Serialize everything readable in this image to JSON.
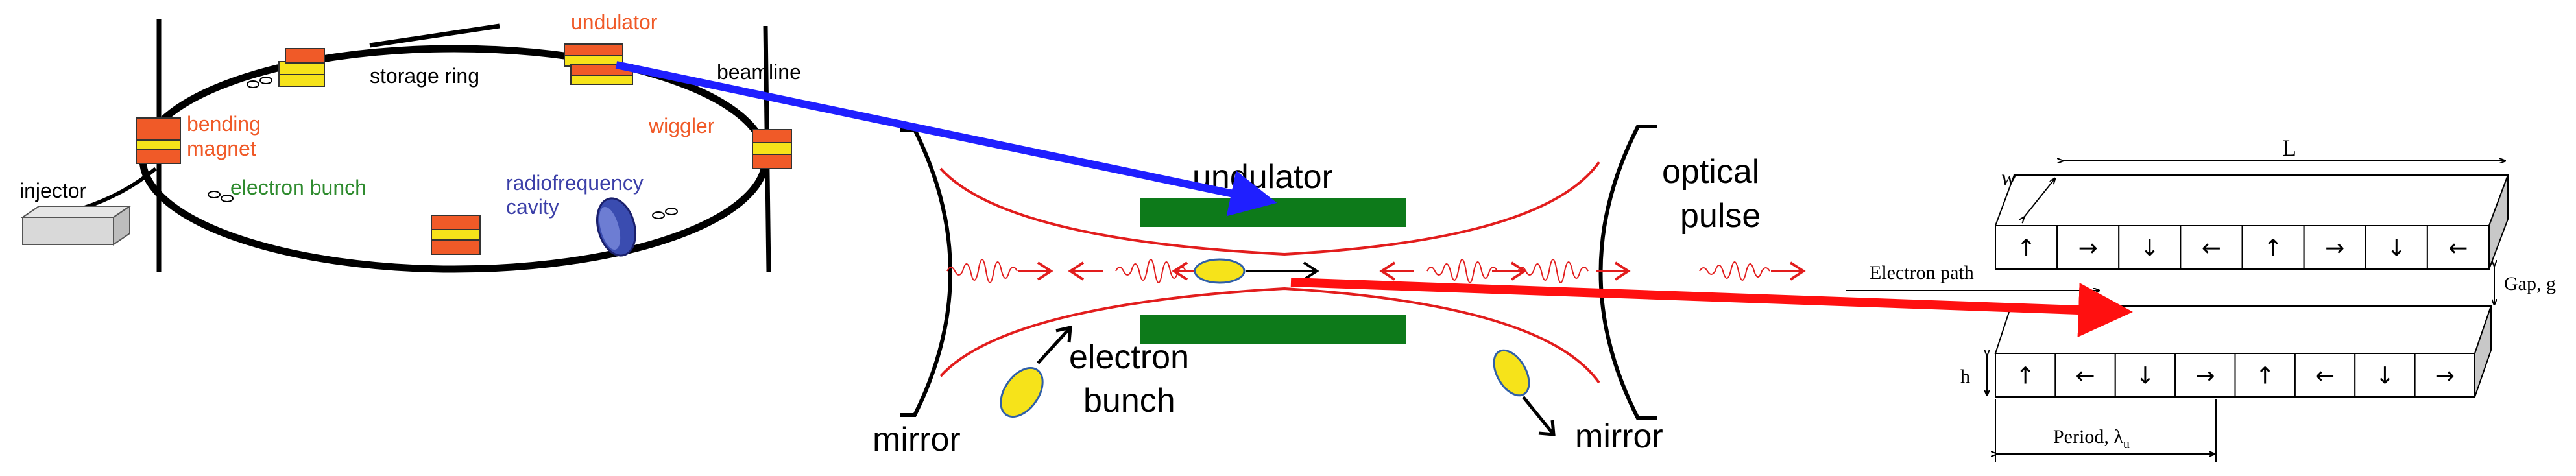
{
  "ring": {
    "undulator": "undulator",
    "storage_ring": "storage ring",
    "beamline": "beamline",
    "bending_magnet_1": "bending",
    "bending_magnet_2": "magnet",
    "wiggler": "wiggler",
    "injector": "injector",
    "electron_bunch": "electron bunch",
    "rf_cavity_1": "radiofrequency",
    "rf_cavity_2": "cavity"
  },
  "cavity": {
    "undulator": "undulator",
    "optical_1": "optical",
    "optical_2": "pulse",
    "electron_1": "electron",
    "electron_2": "bunch",
    "mirror_left": "mirror",
    "mirror_right": "mirror"
  },
  "magnets": {
    "length": "L",
    "width": "w",
    "electron_path": "Electron path",
    "gap": "Gap, g",
    "height": "h",
    "period": "Period, λ",
    "period_sub": "u",
    "top_row_arrows": [
      "↑",
      "→",
      "↓",
      "←",
      "↑",
      "→",
      "↓",
      "←"
    ],
    "bottom_row_arrows": [
      "↑",
      "←",
      "↓",
      "→",
      "↑",
      "←",
      "↓",
      "→"
    ]
  },
  "colors": {
    "orange": "#f05a28",
    "yellow": "#f6e31a",
    "green_bar": "#0d7a1a",
    "blue_arrow": "#1f1fff",
    "red_arrow": "#ff1010",
    "rf_blue": "#3a4cb0",
    "bunch_green": "#2e8b2e",
    "rf_label": "#3b3fa8",
    "beam_red": "#e21d1d"
  }
}
